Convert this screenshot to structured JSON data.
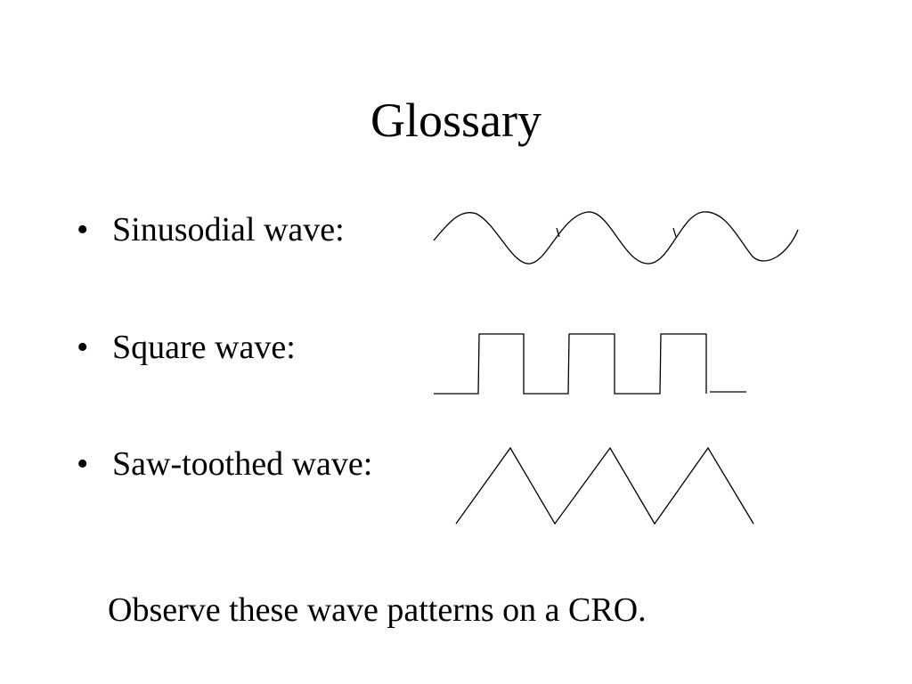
{
  "slide": {
    "title": "Glossary",
    "items": [
      {
        "bullet": "•",
        "label": "Sinusodial wave:",
        "wave_icon": "sine-wave-icon"
      },
      {
        "bullet": "•",
        "label": "Square wave:",
        "wave_icon": "square-wave-icon"
      },
      {
        "bullet": "•",
        "label": "Saw-toothed wave:",
        "wave_icon": "sawtooth-wave-icon"
      }
    ],
    "note": "Observe these wave patterns on a CRO."
  }
}
